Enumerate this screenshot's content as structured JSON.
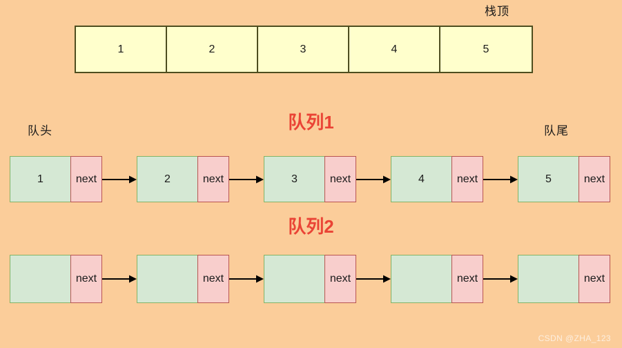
{
  "background_color": "#fbcd9a",
  "stack": {
    "top_label": "栈顶",
    "cell_fill": "#ffffcc",
    "cell_border": "#4d4d1f",
    "cells": [
      {
        "value": "1"
      },
      {
        "value": "2"
      },
      {
        "value": "3"
      },
      {
        "value": "4"
      },
      {
        "value": "5"
      }
    ]
  },
  "queues": [
    {
      "title": "队列1",
      "title_color": "#ea4335",
      "head_label": "队头",
      "tail_label": "队尾",
      "data_fill": "#d5e8d4",
      "data_border": "#82b366",
      "next_fill": "#f8cecc",
      "next_border": "#b85450",
      "nodes": [
        {
          "value": "1",
          "next_label": "next"
        },
        {
          "value": "2",
          "next_label": "next"
        },
        {
          "value": "3",
          "next_label": "next"
        },
        {
          "value": "4",
          "next_label": "next"
        },
        {
          "value": "5",
          "next_label": "next"
        }
      ]
    },
    {
      "title": "队列2",
      "title_color": "#ea4335",
      "data_fill": "#d5e8d4",
      "data_border": "#82b366",
      "next_fill": "#f8cecc",
      "next_border": "#b85450",
      "nodes": [
        {
          "value": "",
          "next_label": "next"
        },
        {
          "value": "",
          "next_label": "next"
        },
        {
          "value": "",
          "next_label": "next"
        },
        {
          "value": "",
          "next_label": "next"
        },
        {
          "value": "",
          "next_label": "next"
        }
      ]
    }
  ],
  "watermark": "CSDN @ZHA_123"
}
